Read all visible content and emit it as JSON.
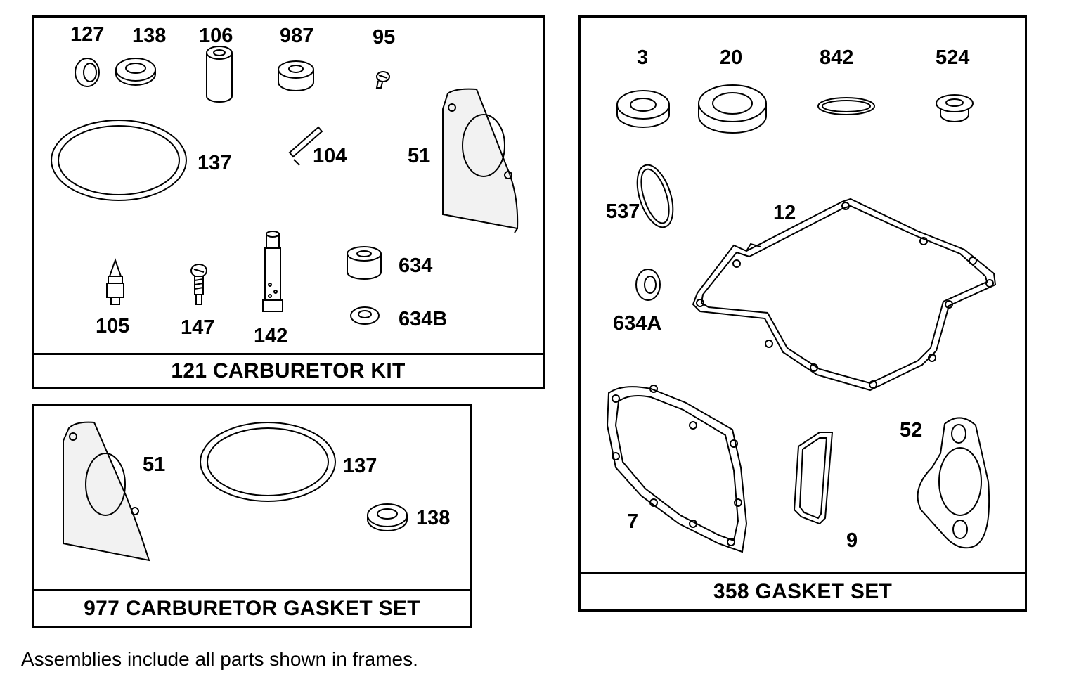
{
  "frames": {
    "carb_kit": {
      "title": "121 CARBURETOR KIT",
      "labels": {
        "p127": "127",
        "p138": "138",
        "p106": "106",
        "p987": "987",
        "p95": "95",
        "p137": "137",
        "p104": "104",
        "p51": "51",
        "p105": "105",
        "p147": "147",
        "p142": "142",
        "p634": "634",
        "p634b": "634B"
      }
    },
    "carb_gasket": {
      "title": "977 CARBURETOR GASKET SET",
      "labels": {
        "p51": "51",
        "p137": "137",
        "p138": "138"
      }
    },
    "gasket_set": {
      "title": "358 GASKET SET",
      "labels": {
        "p3": "3",
        "p20": "20",
        "p842": "842",
        "p524": "524",
        "p537": "537",
        "p12": "12",
        "p634a": "634A",
        "p7": "7",
        "p9": "9",
        "p52": "52"
      }
    }
  },
  "footnote": "Assemblies include all parts shown in frames."
}
